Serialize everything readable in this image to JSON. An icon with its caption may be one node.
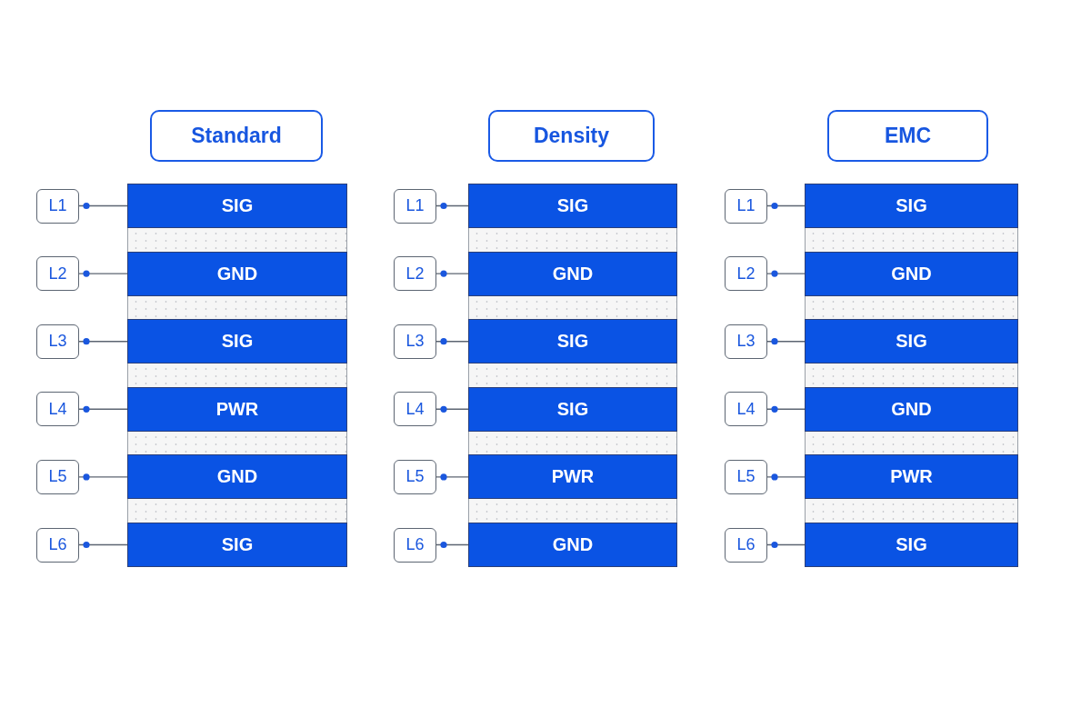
{
  "diagram": {
    "nodes": [
      {
        "text": [
          "Standard"
        ]
      },
      {
        "text": [
          "L1"
        ]
      },
      {
        "text": [
          "SIG"
        ]
      },
      {
        "text": [],
        "shape": "bar"
      },
      {
        "text": [
          "L2"
        ]
      },
      {
        "text": [
          "GND"
        ]
      },
      {
        "text": [],
        "shape": "bar"
      },
      {
        "text": [
          "L3"
        ]
      },
      {
        "text": [
          "SIG"
        ]
      },
      {
        "text": [],
        "shape": "bar"
      },
      {
        "text": [
          "L4"
        ]
      },
      {
        "text": [
          "PWR"
        ]
      },
      {
        "text": [],
        "shape": "bar"
      },
      {
        "text": [
          "L5"
        ]
      },
      {
        "text": [
          "GND"
        ]
      },
      {
        "text": [],
        "shape": "bar"
      },
      {
        "text": [
          "L6"
        ]
      },
      {
        "text": [
          "SIG"
        ]
      },
      {
        "text": [
          "Density"
        ]
      },
      {
        "text": [
          "L1"
        ]
      },
      {
        "text": [
          "SIG"
        ]
      },
      {
        "text": [],
        "shape": "bar"
      },
      {
        "text": [
          "L2"
        ]
      },
      {
        "text": [
          "GND"
        ]
      },
      {
        "text": [],
        "shape": "bar"
      },
      {
        "text": [
          "L3"
        ]
      },
      {
        "text": [
          "SIG"
        ]
      },
      {
        "text": [],
        "shape": "bar"
      },
      {
        "text": [
          "L4"
        ]
      },
      {
        "text": [
          "SIG"
        ]
      },
      {
        "text": [],
        "shape": "bar"
      },
      {
        "text": [
          "L5"
        ]
      },
      {
        "text": [
          "PWR"
        ]
      },
      {
        "text": [],
        "shape": "bar"
      },
      {
        "text": [
          "L6"
        ]
      },
      {
        "text": [
          "GND"
        ]
      },
      {
        "text": [
          "EMC"
        ]
      },
      {
        "text": [
          "L1"
        ]
      },
      {
        "text": [
          "SIG"
        ]
      },
      {
        "text": [],
        "shape": "bar"
      },
      {
        "text": [
          "L2"
        ]
      },
      {
        "text": [
          "GND"
        ]
      },
      {
        "text": [],
        "shape": "bar"
      },
      {
        "text": [
          "L3"
        ]
      },
      {
        "text": [
          "SIG"
        ]
      },
      {
        "text": [],
        "shape": "bar"
      },
      {
        "text": [
          "L4"
        ]
      },
      {
        "text": [
          "GND"
        ]
      },
      {
        "text": [],
        "shape": "bar"
      },
      {
        "text": [
          "L5"
        ]
      },
      {
        "text": [
          "PWR"
        ]
      },
      {
        "text": [],
        "shape": "bar"
      },
      {
        "text": [
          "L6"
        ]
      },
      {
        "text": [
          "SIG"
        ]
      }
    ],
    "edges": [
      {
        "from": 1,
        "to": 2,
        "arrow": "other"
      },
      {
        "from": 4,
        "to": 5,
        "arrow": "other"
      },
      {
        "from": 7,
        "to": 8,
        "arrow": "other"
      },
      {
        "from": 10,
        "to": 11,
        "arrow": "other"
      },
      {
        "from": 13,
        "to": 14,
        "arrow": "other"
      },
      {
        "from": 16,
        "to": 17,
        "arrow": "other"
      },
      {
        "from": 19,
        "to": 20,
        "arrow": "other"
      },
      {
        "from": 22,
        "to": 23,
        "arrow": "other"
      },
      {
        "from": 25,
        "to": 26,
        "arrow": "other"
      },
      {
        "from": 28,
        "to": 29,
        "arrow": "other"
      },
      {
        "from": 31,
        "to": 32,
        "arrow": "other"
      },
      {
        "from": 34,
        "to": 35,
        "arrow": "other"
      },
      {
        "from": 37,
        "to": 38,
        "arrow": "other"
      },
      {
        "from": 40,
        "to": 41,
        "arrow": "other"
      },
      {
        "from": 43,
        "to": 44,
        "arrow": "other"
      },
      {
        "from": 46,
        "to": 47,
        "arrow": "other"
      },
      {
        "from": 49,
        "to": 50,
        "arrow": "other"
      },
      {
        "from": 52,
        "to": 53,
        "arrow": "other"
      }
    ]
  }
}
